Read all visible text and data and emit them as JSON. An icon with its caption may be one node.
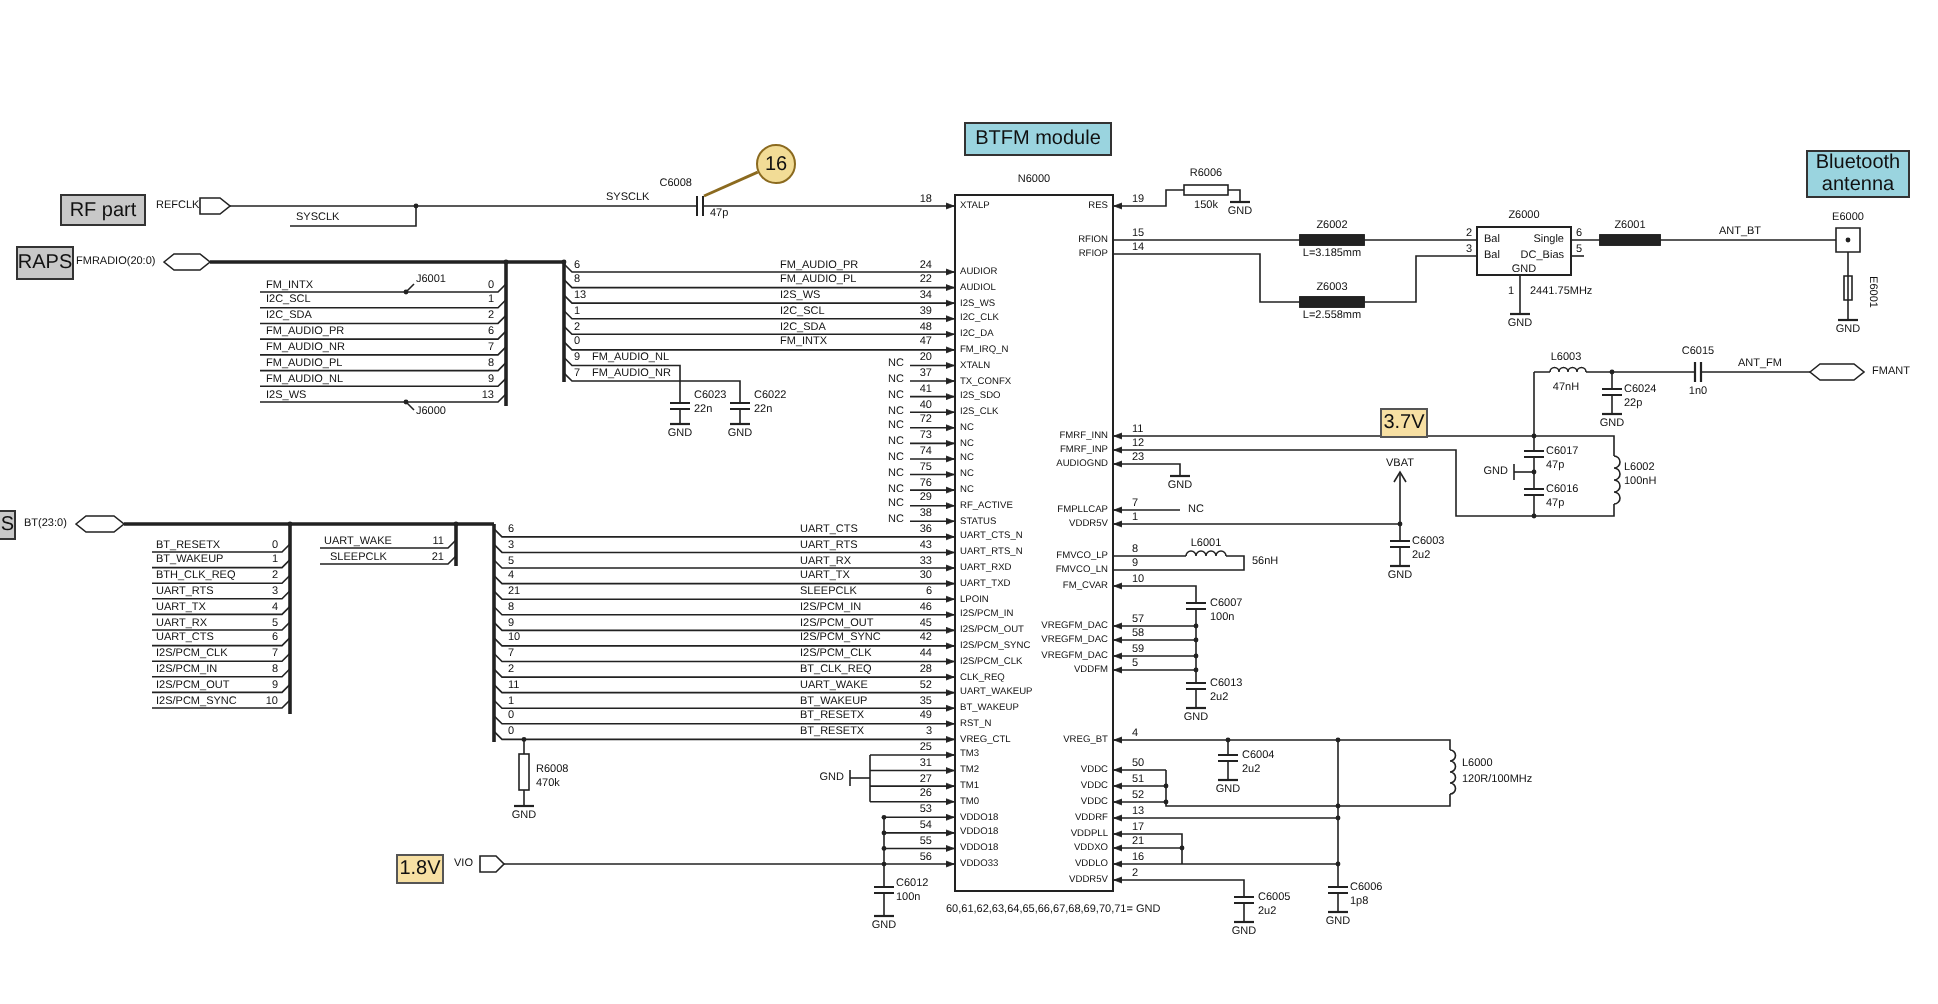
{
  "diagram": {
    "nodes": [
      {
        "text": [
          "RF part"
        ]
      },
      {
        "text": [
          "RAPS"
        ]
      },
      {
        "text": [
          "S"
        ]
      },
      {
        "text": [
          "BTFM module"
        ]
      },
      {
        "text": [
          "XTALP",
          "AUDIOR",
          "AUDIOL",
          "I2S_WS",
          "I2C_CLK",
          "I2C_DA",
          "FM_IRQ_N",
          "XTALN",
          "TX_CONFX",
          "I2S_SDO",
          "I2S_CLK",
          "NC",
          "NC",
          "NC",
          "NC",
          "NC",
          "RF_ACTIVE",
          "STATUS",
          "UART_CTS_N",
          "UART_RTS_N",
          "UART_RXD",
          "UART_TXD",
          "LPOIN",
          "I2S/PCM_IN",
          "I2S/PCM_OUT",
          "I2S/PCM_SYNC",
          "I2S/PCM_CLK",
          "CLK_REQ",
          "UART_WAKEUP",
          "BT_WAKEUP",
          "RST_N",
          "VREG_CTL",
          "TM3",
          "TM2",
          "TM1",
          "TM0",
          "VDDO18",
          "VDDO18",
          "VDDO18",
          "VDDO33",
          "RES",
          "RFION",
          "RFIOP",
          "FMRF_INN",
          "FMRF_INP",
          "AUDIOGND",
          "FMPLLCAP",
          "VDDR5V",
          "FMVCO_LP",
          "FMVCO_LN",
          "FM_CVAR",
          "VREGFM_DAC",
          "VREGFM_DAC",
          "VREGFM_DAC",
          "VDDFM",
          "VREG_BT",
          "VDDC",
          "VDDC",
          "VDDC",
          "VDDRF",
          "VDDPLL",
          "VDDXO",
          "VDDLO",
          "VDDR5V"
        ],
        "beside": [
          "N6000"
        ]
      },
      {
        "text": [
          "Bal",
          "Single",
          "Bal",
          "DC_Bias",
          "GND"
        ],
        "beside": [
          "Z6000",
          "2",
          "3",
          "6",
          "5",
          "1"
        ]
      },
      {
        "text": [
          "Bluetooth antenna"
        ]
      },
      {
        "text": [
          "3.7V"
        ]
      },
      {
        "text": [
          "1.8V"
        ]
      },
      {
        "text": [
          "16"
        ]
      },
      {
        "text": [],
        "shape": "capacitor"
      }
    ],
    "edges": [
      {
        "from": 9,
        "to": 10,
        "arrow": "none",
        "color": "#8b6a1f"
      },
      {
        "from": 4,
        "to": 5,
        "arrow": "none"
      },
      {
        "from": 4,
        "to": 5,
        "arrow": "none"
      },
      {
        "from": 4,
        "to": 4,
        "arrow": "none"
      }
    ],
    "labels": [
      "REFCLK",
      "SYSCLK",
      "FMRADIO(20:0)",
      "J6001",
      "FM_INTX",
      "I2C_SCL",
      "I2C_SDA",
      "FM_AUDIO_PR",
      "FM_AUDIO_NR",
      "FM_AUDIO_PL",
      "FM_AUDIO_NL",
      "I2S_WS",
      "0",
      "1",
      "2",
      "6",
      "7",
      "8",
      "9",
      "13",
      "J6000",
      "6",
      "8",
      "13",
      "1",
      "2",
      "0",
      "9",
      "7",
      "FM_AUDIO_NL",
      "FM_AUDIO_NR",
      "SYSCLK",
      "C6008",
      "47p",
      "C6023",
      "22n",
      "C6022",
      "22n",
      "GND",
      "GND",
      "18",
      "24",
      "22",
      "34",
      "39",
      "48",
      "47",
      "20",
      "37",
      "41",
      "40",
      "72",
      "73",
      "74",
      "75",
      "76",
      "29",
      "38",
      "36",
      "43",
      "33",
      "30",
      "6",
      "46",
      "45",
      "42",
      "44",
      "28",
      "52",
      "35",
      "49",
      "3",
      "25",
      "31",
      "27",
      "26",
      "53",
      "54",
      "55",
      "56",
      "NC",
      "NC",
      "NC",
      "NC",
      "NC",
      "NC",
      "NC",
      "NC",
      "NC",
      "NC",
      "NC",
      "FM_AUDIO_PR",
      "FM_AUDIO_PL",
      "I2S_WS",
      "I2C_SCL",
      "I2C_SDA",
      "FM_INTX",
      "UART_CTS",
      "UART_RTS",
      "UART_RX",
      "UART_TX",
      "SLEEPCLK",
      "I2S/PCM_IN",
      "I2S/PCM_OUT",
      "I2S/PCM_SYNC",
      "I2S/PCM_CLK",
      "BT_CLK_REQ",
      "UART_WAKE",
      "BT_WAKEUP",
      "BT_RESETX",
      "BT_RESETX",
      "GND",
      "C6012",
      "100n",
      "GND",
      "VIO",
      "60,61,62,63,64,65,66,67,68,69,70,71= GND",
      "19",
      "15",
      "14",
      "11",
      "12",
      "23",
      "7",
      "1",
      "8",
      "9",
      "10",
      "57",
      "58",
      "59",
      "5",
      "4",
      "50",
      "51",
      "52",
      "13",
      "17",
      "21",
      "16",
      "2",
      "NC",
      "GND",
      "R6006",
      "150k",
      "GND",
      "Z6002",
      "L=3.185mm",
      "Z6003",
      "L=2.558mm",
      "2441.75MHz",
      "GND",
      "Z6001",
      "ANT_BT",
      "E6000",
      "E6001",
      "GND",
      "L6003",
      "47nH",
      "C6024",
      "22p",
      "GND",
      "C6015",
      "1n0",
      "ANT_FM",
      "FMANT",
      "GND",
      "C6017",
      "47p",
      "C6016",
      "47p",
      "L6002",
      "100nH",
      "VBAT",
      "C6003",
      "2u2",
      "GND",
      "L6001",
      "56nH",
      "C6007",
      "100n",
      "C6013",
      "2u2",
      "GND",
      "C6004",
      "2u2",
      "GND",
      "L6000",
      "120R/100MHz",
      "C6005",
      "2u2",
      "GND",
      "C6006",
      "1p8",
      "GND",
      "BT(23:0)",
      "BT_RESETX",
      "BT_WAKEUP",
      "BTH_CLK_REQ",
      "UART_RTS",
      "UART_TX",
      "UART_RX",
      "UART_CTS",
      "I2S/PCM_CLK",
      "I2S/PCM_IN",
      "I2S/PCM_OUT",
      "I2S/PCM_SYNC",
      "0",
      "1",
      "2",
      "3",
      "4",
      "5",
      "6",
      "7",
      "8",
      "9",
      "10",
      "UART_WAKE",
      "SLEEPCLK",
      "11",
      "21",
      "6",
      "3",
      "5",
      "4",
      "21",
      "8",
      "9",
      "10",
      "7",
      "2",
      "11",
      "1",
      "0",
      "0",
      "R6008",
      "470k",
      "GND"
    ]
  }
}
